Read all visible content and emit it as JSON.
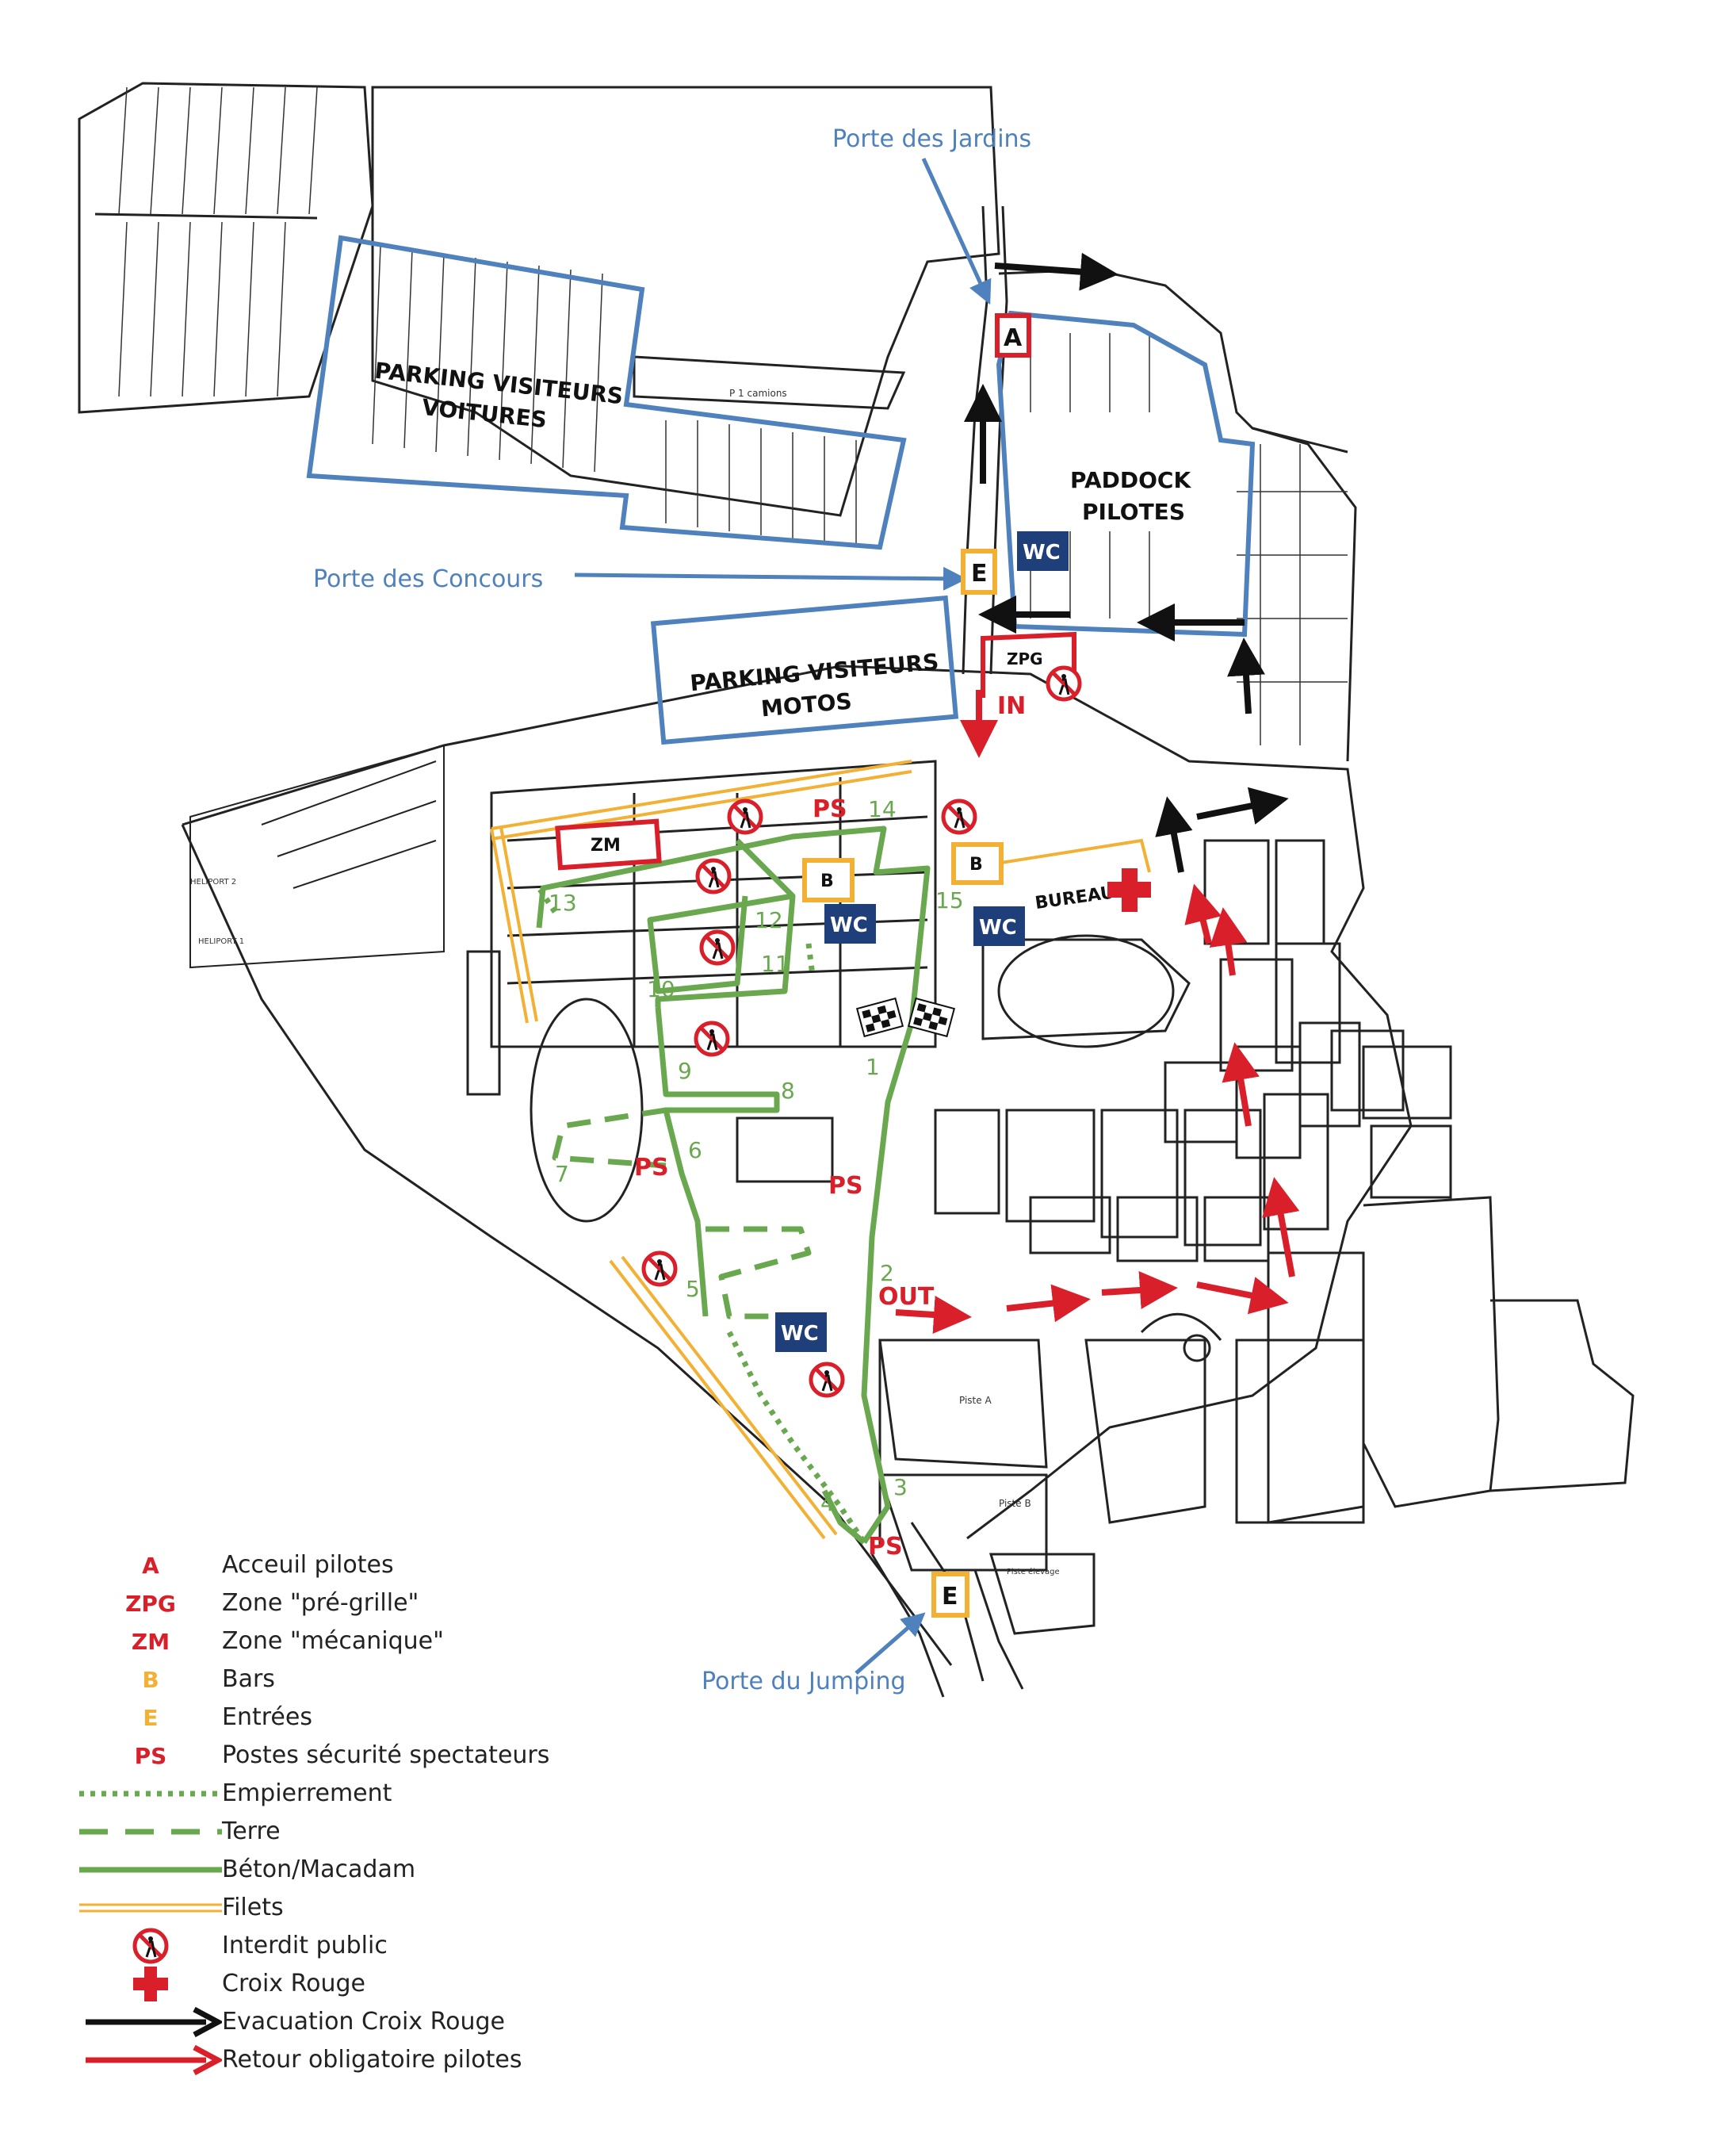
{
  "gates": {
    "jardins": "Porte des Jardins",
    "concours": "Porte des Concours",
    "jumping": "Porte du Jumping"
  },
  "zones": {
    "parking_voitures_l1": "PARKING VISITEURS",
    "parking_voitures_l2": "VOITURES",
    "parking_motos_l1": "PARKING VISITEURS",
    "parking_motos_l2": "MOTOS",
    "paddock_l1": "PADDOCK",
    "paddock_l2": "PILOTES",
    "bureau": "BUREAU",
    "zpg": "ZPG",
    "zm": "ZM",
    "accueil": "A",
    "entree": "E",
    "bar": "B",
    "wc": "WC",
    "in": "IN",
    "out": "OUT",
    "ps": "PS",
    "heliport1": "HELIPORT 1",
    "heliport2": "HELIPORT 2",
    "p1_camions": "P 1 camions",
    "piste_a": "Piste A",
    "piste_b": "Piste B",
    "piste_elevage": "Piste élevage"
  },
  "track_numbers": [
    "1",
    "2",
    "3",
    "4",
    "5",
    "6",
    "7",
    "8",
    "9",
    "10",
    "11",
    "12",
    "13",
    "14",
    "15"
  ],
  "colors": {
    "blue": "#4f81bd",
    "red": "#d9202a",
    "orange": "#f2b134",
    "green": "#6aa84f",
    "navy": "#1f3f7a",
    "black": "#111111"
  },
  "legend": [
    {
      "symbol": "A",
      "label": "Acceuil pilotes",
      "style": "text-red"
    },
    {
      "symbol": "ZPG",
      "label": "Zone \"pré-grille\"",
      "style": "text-red"
    },
    {
      "symbol": "ZM",
      "label": "Zone \"mécanique\"",
      "style": "text-red"
    },
    {
      "symbol": "B",
      "label": "Bars",
      "style": "text-orange"
    },
    {
      "symbol": "E",
      "label": "Entrées",
      "style": "text-orange"
    },
    {
      "symbol": "PS",
      "label": "Postes sécurité spectateurs",
      "style": "text-red"
    },
    {
      "symbol": "",
      "label": "Empierrement",
      "style": "dotted-green"
    },
    {
      "symbol": "",
      "label": "Terre",
      "style": "dashed-green"
    },
    {
      "symbol": "",
      "label": "Béton/Macadam",
      "style": "solid-green"
    },
    {
      "symbol": "",
      "label": "Filets",
      "style": "double-orange"
    },
    {
      "symbol": "no-pedestrian-icon",
      "label": "Interdit public",
      "style": "icon-forbidden"
    },
    {
      "symbol": "red-cross-icon",
      "label": "Croix Rouge",
      "style": "icon-cross"
    },
    {
      "symbol": "",
      "label": "Evacuation Croix Rouge",
      "style": "arrow-black"
    },
    {
      "symbol": "",
      "label": "Retour obligatoire pilotes",
      "style": "arrow-red"
    }
  ]
}
